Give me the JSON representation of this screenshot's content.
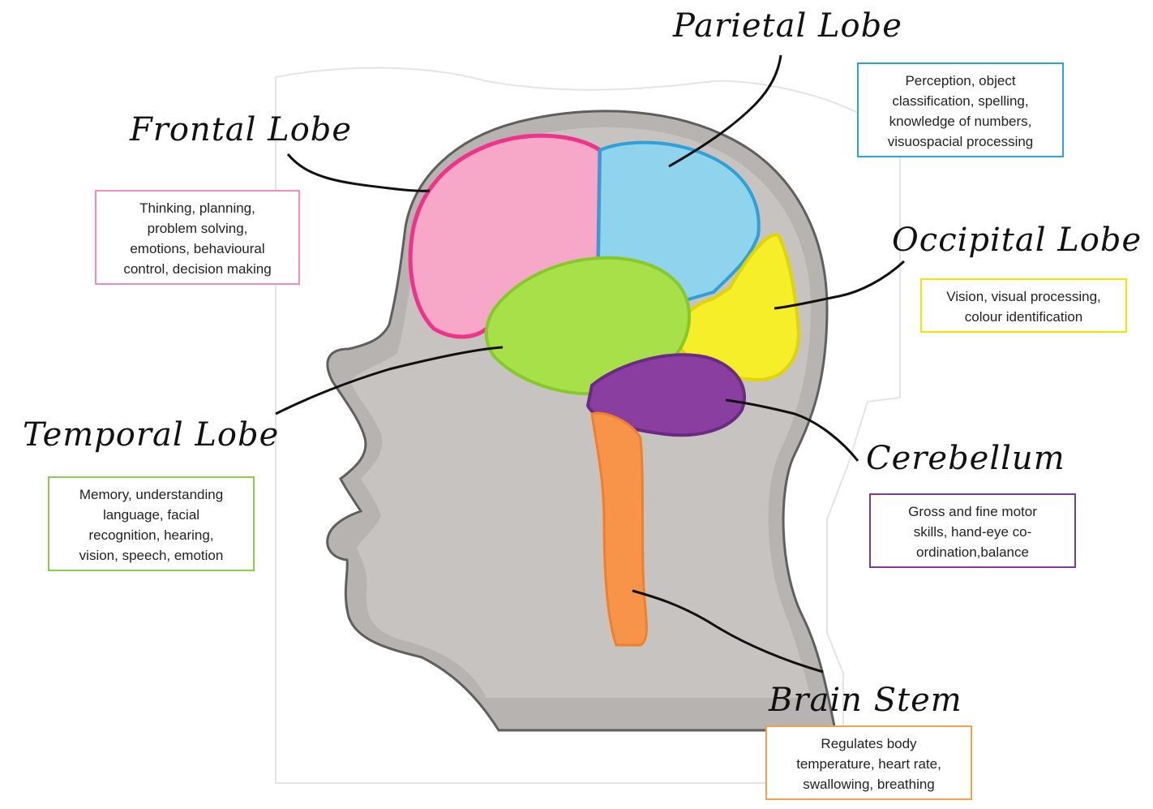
{
  "regions": [
    {
      "id": "frontal",
      "title": "Frontal Lobe",
      "description": "Thinking, planning,\nproblem solving,\nemotions,  behavioural\ncontrol, decision making",
      "color": "#f472b6"
    },
    {
      "id": "parietal",
      "title": "Parietal Lobe",
      "description": "Perception, object\nclassification, spelling,\nknowledge of numbers,\nvisuospacial processing",
      "color": "#29a3dc"
    },
    {
      "id": "occipital",
      "title": "Occipital Lobe",
      "description": "Vision, visual processing,\ncolour identification",
      "color": "#f2e600"
    },
    {
      "id": "temporal",
      "title": "Temporal Lobe",
      "description": "Memory, understanding\nlanguage, facial\nrecognition, hearing,\nvision,  speech, emotion",
      "color": "#8ccc4a"
    },
    {
      "id": "cerebellum",
      "title": "Cerebellum",
      "description": "Gross and fine motor\nskills, hand-eye co-\nordination,balance",
      "color": "#7a3f8c"
    },
    {
      "id": "brainstem",
      "title": "Brain Stem",
      "description": "Regulates body\ntemperature, heart rate,\nswallowing, breathing",
      "color": "#f5a04a"
    }
  ]
}
